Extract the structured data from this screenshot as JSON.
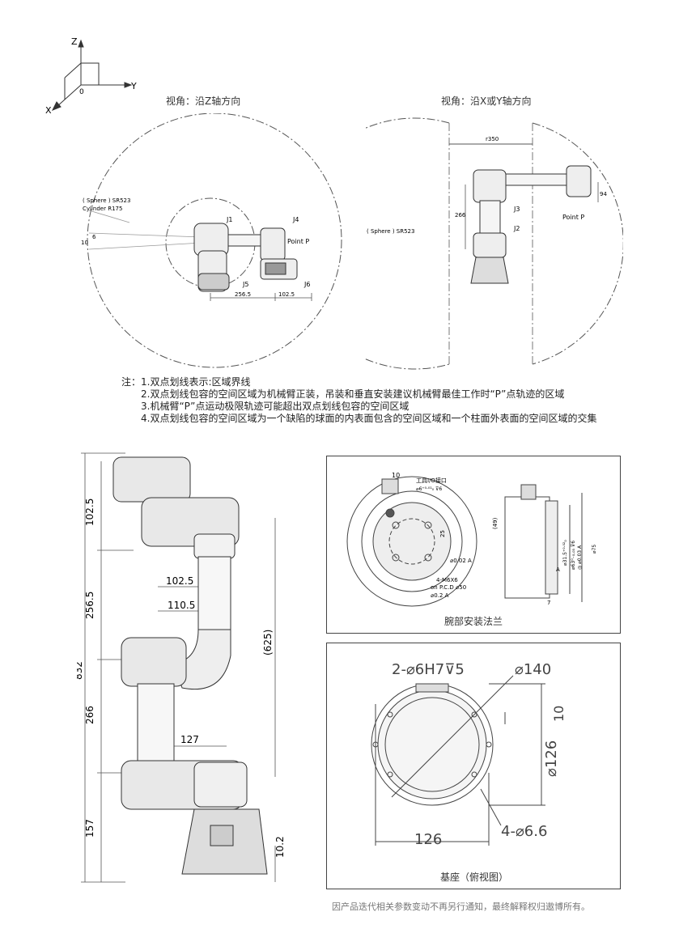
{
  "axes": {
    "z": "Z",
    "y": "Y",
    "x": "X",
    "origin": "0"
  },
  "top_view": {
    "title": "视角：沿Z轴方向",
    "label_sphere": "( Sphere ) SR523",
    "label_cylinder": "Cylinder R175",
    "label_j1": "J1",
    "label_j4": "J4",
    "label_j5": "J5",
    "label_j6": "J6",
    "label_point_p": "Point P",
    "dim_6": "6",
    "dim_10": "10",
    "dim_256": "256.5",
    "dim_102": "102.5"
  },
  "side_view": {
    "title": "视角：沿X或Y轴方向",
    "label_r350": "r350",
    "label_sphere": "( Sphere ) SR523",
    "label_j3": "J3",
    "label_j2": "J2",
    "label_point_p": "Point P",
    "dim_266": "266",
    "dim_94": "94"
  },
  "notes": [
    "注：1.双点划线表示:区域界线",
    "2.双点划线包容的空间区域为机械臂正装，吊装和垂直安装建议机械臂最佳工作时“P”点轨迹的区域",
    "3.机械臂“P”点运动极限轨迹可能超出双点划线包容的空间区域",
    "4.双点划线包容的空间区域为一个缺陷的球面的内表面包含的空间区域和一个柱面外表面的空间区域的交集"
  ],
  "arm_drawing": {
    "dim_832": "832",
    "dim_102_5_top": "102.5",
    "dim_256_5": "256.5",
    "dim_266": "266",
    "dim_157": "157",
    "dim_10_2": "10.2",
    "dim_102_5_h": "102.5",
    "dim_110_5": "110.5",
    "dim_127": "127",
    "dim_625": "(625)"
  },
  "flange": {
    "caption": "腕部安装法兰",
    "label_tool_io": "工具I/O接口",
    "dim_10": "10",
    "dim_6h7": "⌀6⁺⁰·⁰¹₀ ⊽6",
    "dim_25": "25",
    "dim_49": "(49)",
    "tol_002": "⌀0.02 A",
    "tol_02": "⌀0.2 A",
    "label_m6": "4-M6X6",
    "label_pcd": "on P.C.D ⌀50",
    "dim_315": "⌀31.5⁺⁰·⁰²₀",
    "dim_63": "⌀63⁰₋₀.₀₃ ⊽6",
    "tol_003": "◎ ⌀0.03 A",
    "dim_75": "⌀75",
    "datum_a": "A",
    "dim_7": "7"
  },
  "base": {
    "caption": "基座（俯视图）",
    "dim_holes": "2-⌀6H7⊽5",
    "dim_140": "⌀140",
    "dim_10": "10",
    "dim_126_v": "⌀126",
    "dim_126_h": "126",
    "dim_66": "4-⌀6.6"
  },
  "footer": "因产品迭代相关参数变动不再另行通知，最终解释权归遨博所有。"
}
